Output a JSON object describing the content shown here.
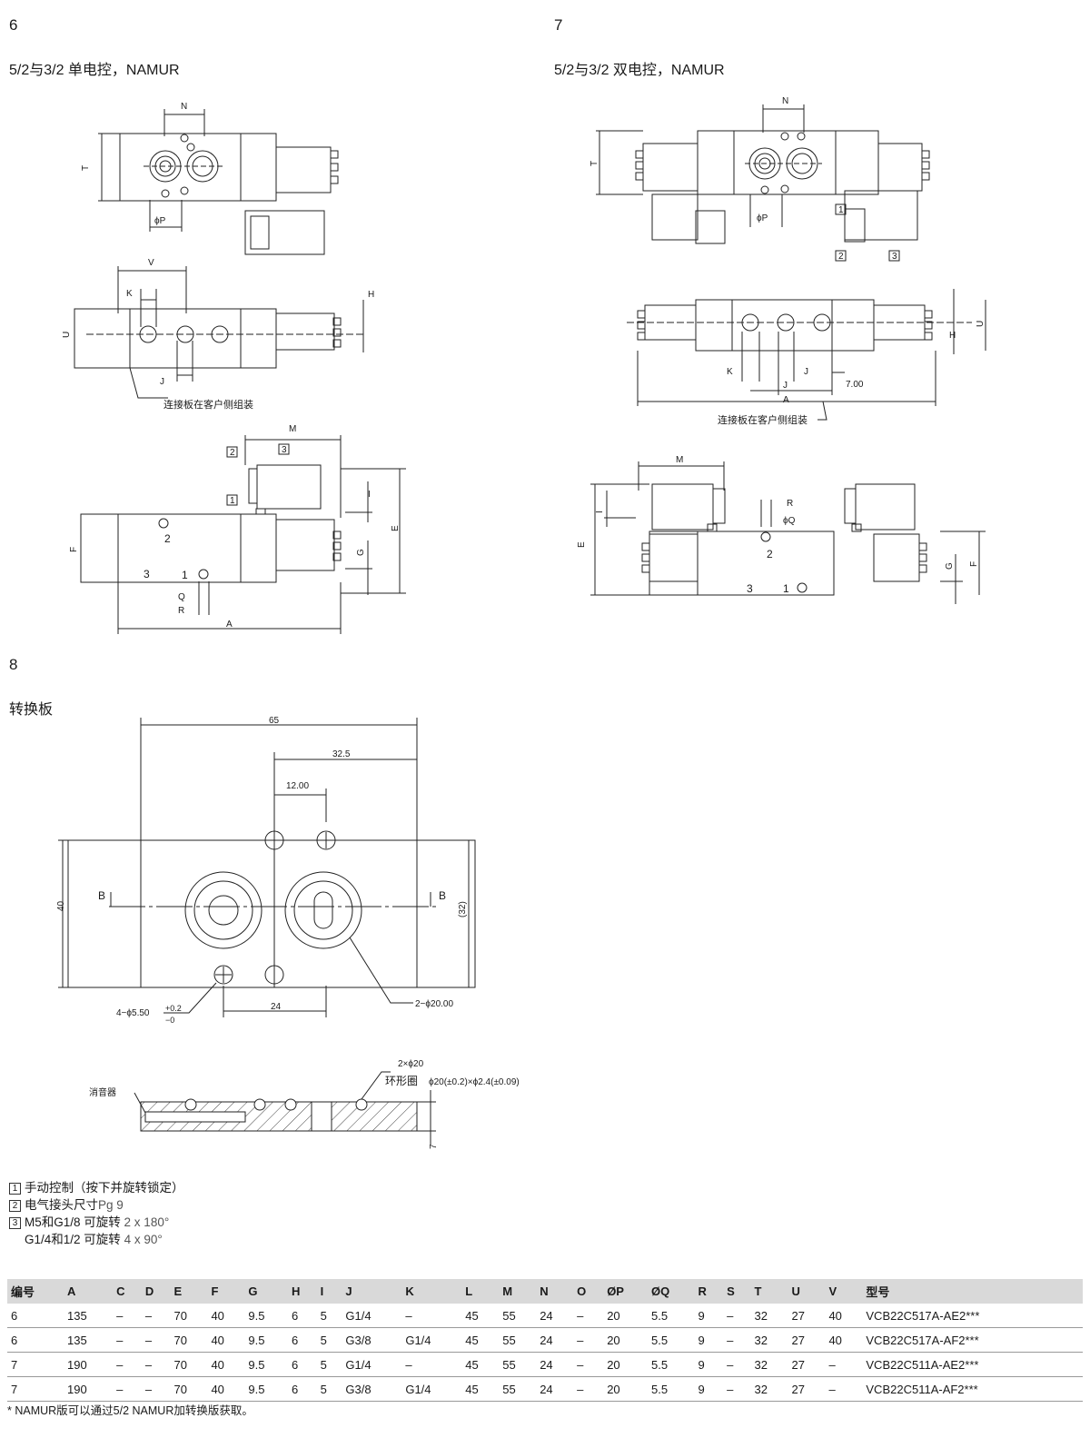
{
  "sections": [
    {
      "num": "6",
      "title": "5/2与3/2 单电控，NAMUR"
    },
    {
      "num": "7",
      "title": "5/2与3/2 双电控，NAMUR"
    },
    {
      "num": "8",
      "title": "转换板"
    }
  ],
  "dims": {
    "N": "N",
    "T": "T",
    "P": "ϕP",
    "V": "V",
    "K": "K",
    "H": "H",
    "U": "U",
    "J": "J",
    "A": "A",
    "M": "M",
    "I": "I",
    "E": "E",
    "F": "F",
    "G": "G",
    "Q": "Q",
    "R": "R",
    "phiQ": "ϕQ",
    "n1": "1",
    "n2": "2",
    "n3": "3",
    "d700": "7.00"
  },
  "notes_inline": {
    "connect_plate": "连接板在客户侧组装",
    "silencer": "消音器",
    "oring": "环形圈",
    "oring_spec": "ϕ20(±0.2)×ϕ2.4(±0.09)",
    "oring_qty": "2×ϕ20",
    "d65": "65",
    "d325": "32.5",
    "d12": "12.00",
    "d40": "40",
    "d32": "(32)",
    "d24": "24",
    "holes": "4−ϕ5.50",
    "tol_plus": "+0.2",
    "tol_minus": "−0",
    "bores": "2−ϕ20.00",
    "B": "B",
    "d7": "7"
  },
  "legend": [
    {
      "n": "1",
      "text": "手动控制（按下并旋转锁定）",
      "extra": ""
    },
    {
      "n": "2",
      "text": "电气接头尺寸",
      "extra": "Pg 9"
    },
    {
      "n": "3",
      "text": "M5和G1/8 可旋转",
      "extra": "2 x 180°"
    },
    {
      "n": "",
      "text": "G1/4和1/2 可旋转",
      "extra": "4 x 90°"
    }
  ],
  "table": {
    "headers": [
      "编号",
      "A",
      "C",
      "D",
      "E",
      "F",
      "G",
      "H",
      "I",
      "J",
      "K",
      "L",
      "M",
      "N",
      "O",
      "ØP",
      "ØQ",
      "R",
      "S",
      "T",
      "U",
      "V",
      "型号"
    ],
    "rows": [
      [
        "6",
        "135",
        "–",
        "–",
        "70",
        "40",
        "9.5",
        "6",
        "5",
        "G1/4",
        "–",
        "45",
        "55",
        "24",
        "–",
        "20",
        "5.5",
        "9",
        "–",
        "32",
        "27",
        "40",
        "VCB22C517A-AE2***"
      ],
      [
        "6",
        "135",
        "–",
        "–",
        "70",
        "40",
        "9.5",
        "6",
        "5",
        "G3/8",
        "G1/4",
        "45",
        "55",
        "24",
        "–",
        "20",
        "5.5",
        "9",
        "–",
        "32",
        "27",
        "40",
        "VCB22C517A-AF2***"
      ],
      [
        "7",
        "190",
        "–",
        "–",
        "70",
        "40",
        "9.5",
        "6",
        "5",
        "G1/4",
        "–",
        "45",
        "55",
        "24",
        "–",
        "20",
        "5.5",
        "9",
        "–",
        "32",
        "27",
        "–",
        "VCB22C511A-AE2***"
      ],
      [
        "7",
        "190",
        "–",
        "–",
        "70",
        "40",
        "9.5",
        "6",
        "5",
        "G3/8",
        "G1/4",
        "45",
        "55",
        "24",
        "–",
        "20",
        "5.5",
        "9",
        "–",
        "32",
        "27",
        "–",
        "VCB22C511A-AF2***"
      ]
    ]
  },
  "footnote": "* NAMUR版可以通过5/2 NAMUR加转换版获取。"
}
